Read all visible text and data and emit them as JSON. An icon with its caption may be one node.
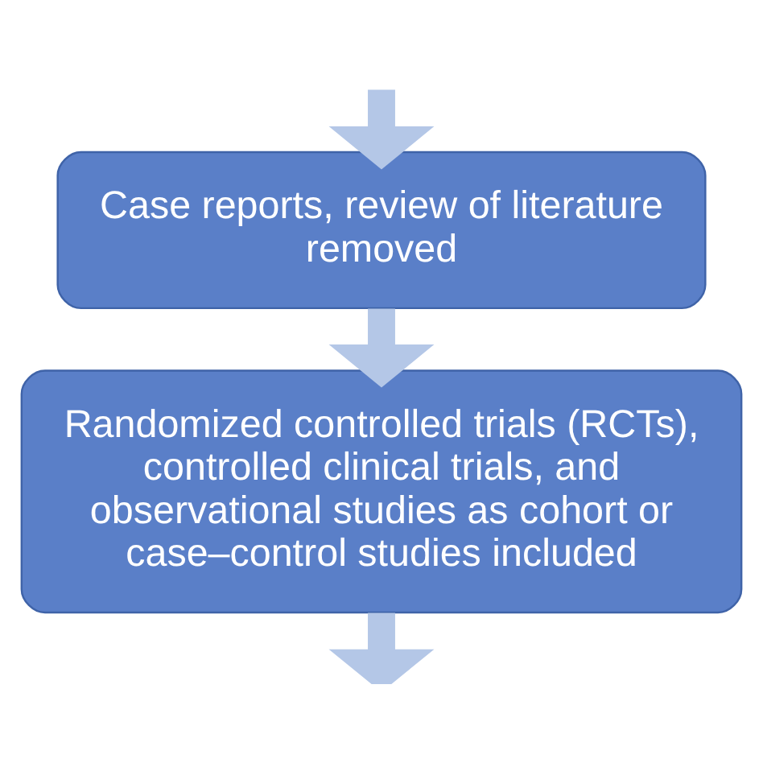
{
  "diagram": {
    "nodes": [
      {
        "text": [
          "Case reports, review of literature removed"
        ]
      },
      {
        "text": [
          "Randomized controlled trials (RCTs), controlled clinical trials, and observational studies as cohort or case–control studies included"
        ]
      }
    ],
    "edges": [
      {
        "from": null,
        "to": 0,
        "arrow": "to"
      },
      {
        "from": 0,
        "to": 1,
        "arrow": "to"
      },
      {
        "from": 1,
        "to": null,
        "arrow": "to"
      }
    ]
  }
}
